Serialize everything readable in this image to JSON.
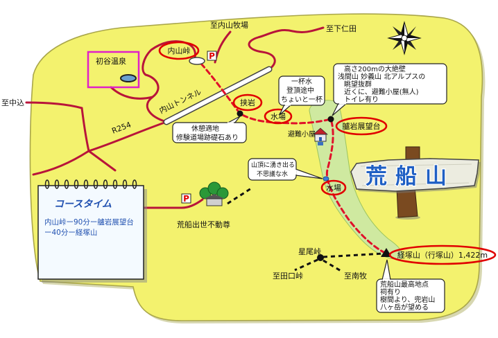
{
  "labels": {
    "to_uchiyama_bokujo": "至内山牧場",
    "to_shimonita": "至下仁田",
    "to_nakagome": "至中込",
    "to_minamimaki": "至南牧",
    "to_taguchi_toge": "至田口峠",
    "hatsuya_onsen": "初谷温泉",
    "uchiyama_toge": "内山峠",
    "uchiyama_tunnel": "内山トンネル",
    "route": "R254",
    "hasami_iwa": "挟岩",
    "mizuba_upper": "水場",
    "hinan_goya": "避難小屋",
    "tomoiwa": "艫岩展望台",
    "mizuba_lower": "水場",
    "fudoson": "荒船出世不動尊",
    "hoshio_toge": "星尾峠",
    "kyozukayama": "経塚山（行塚山）1,422m",
    "parking": "P"
  },
  "sign": {
    "title": "荒船山"
  },
  "callouts": {
    "ippaisui": [
      "一杯水",
      "登頂途中",
      "ちょいと一杯"
    ],
    "tomoiwa_info": [
      "高さ200mの大絶壁",
      "浅間山 妙義山 北アルプスの",
      "眺望抜群",
      "近くに、避難小屋(無人)",
      "トイレ有り"
    ],
    "kyukei": [
      "休憩適地",
      "修験道場跡礎石あり"
    ],
    "spring": [
      "山頂に湧き出る",
      "不思議な水"
    ],
    "summit": [
      "荒船山最高地点",
      "祠有り",
      "樹間より、兜岩山",
      "八ヶ岳が望める"
    ]
  },
  "course_time": {
    "title": "コースタイム",
    "lines": [
      "内山峠ー90分ー艫岩展望台",
      "ー40分ー経塚山"
    ]
  },
  "icons": [
    "compass-rose-icon",
    "parking-icon",
    "hot-spring-lake-icon",
    "shelter-house-icon",
    "shrine-icon",
    "summit-triangle-icon",
    "notebook-icon"
  ],
  "colors": {
    "land": "#f3f26e",
    "land_edge": "#a9a64a",
    "plateau": "#cfe9a0",
    "road": "#b8143a",
    "trail": "#e0102a",
    "highlight": "#e00000",
    "onsen_box": "#e020c8",
    "course_text": "#2050b0",
    "sign_text": "#1f5fc4",
    "tree": "#2a9838",
    "post": "#7a4a20"
  }
}
